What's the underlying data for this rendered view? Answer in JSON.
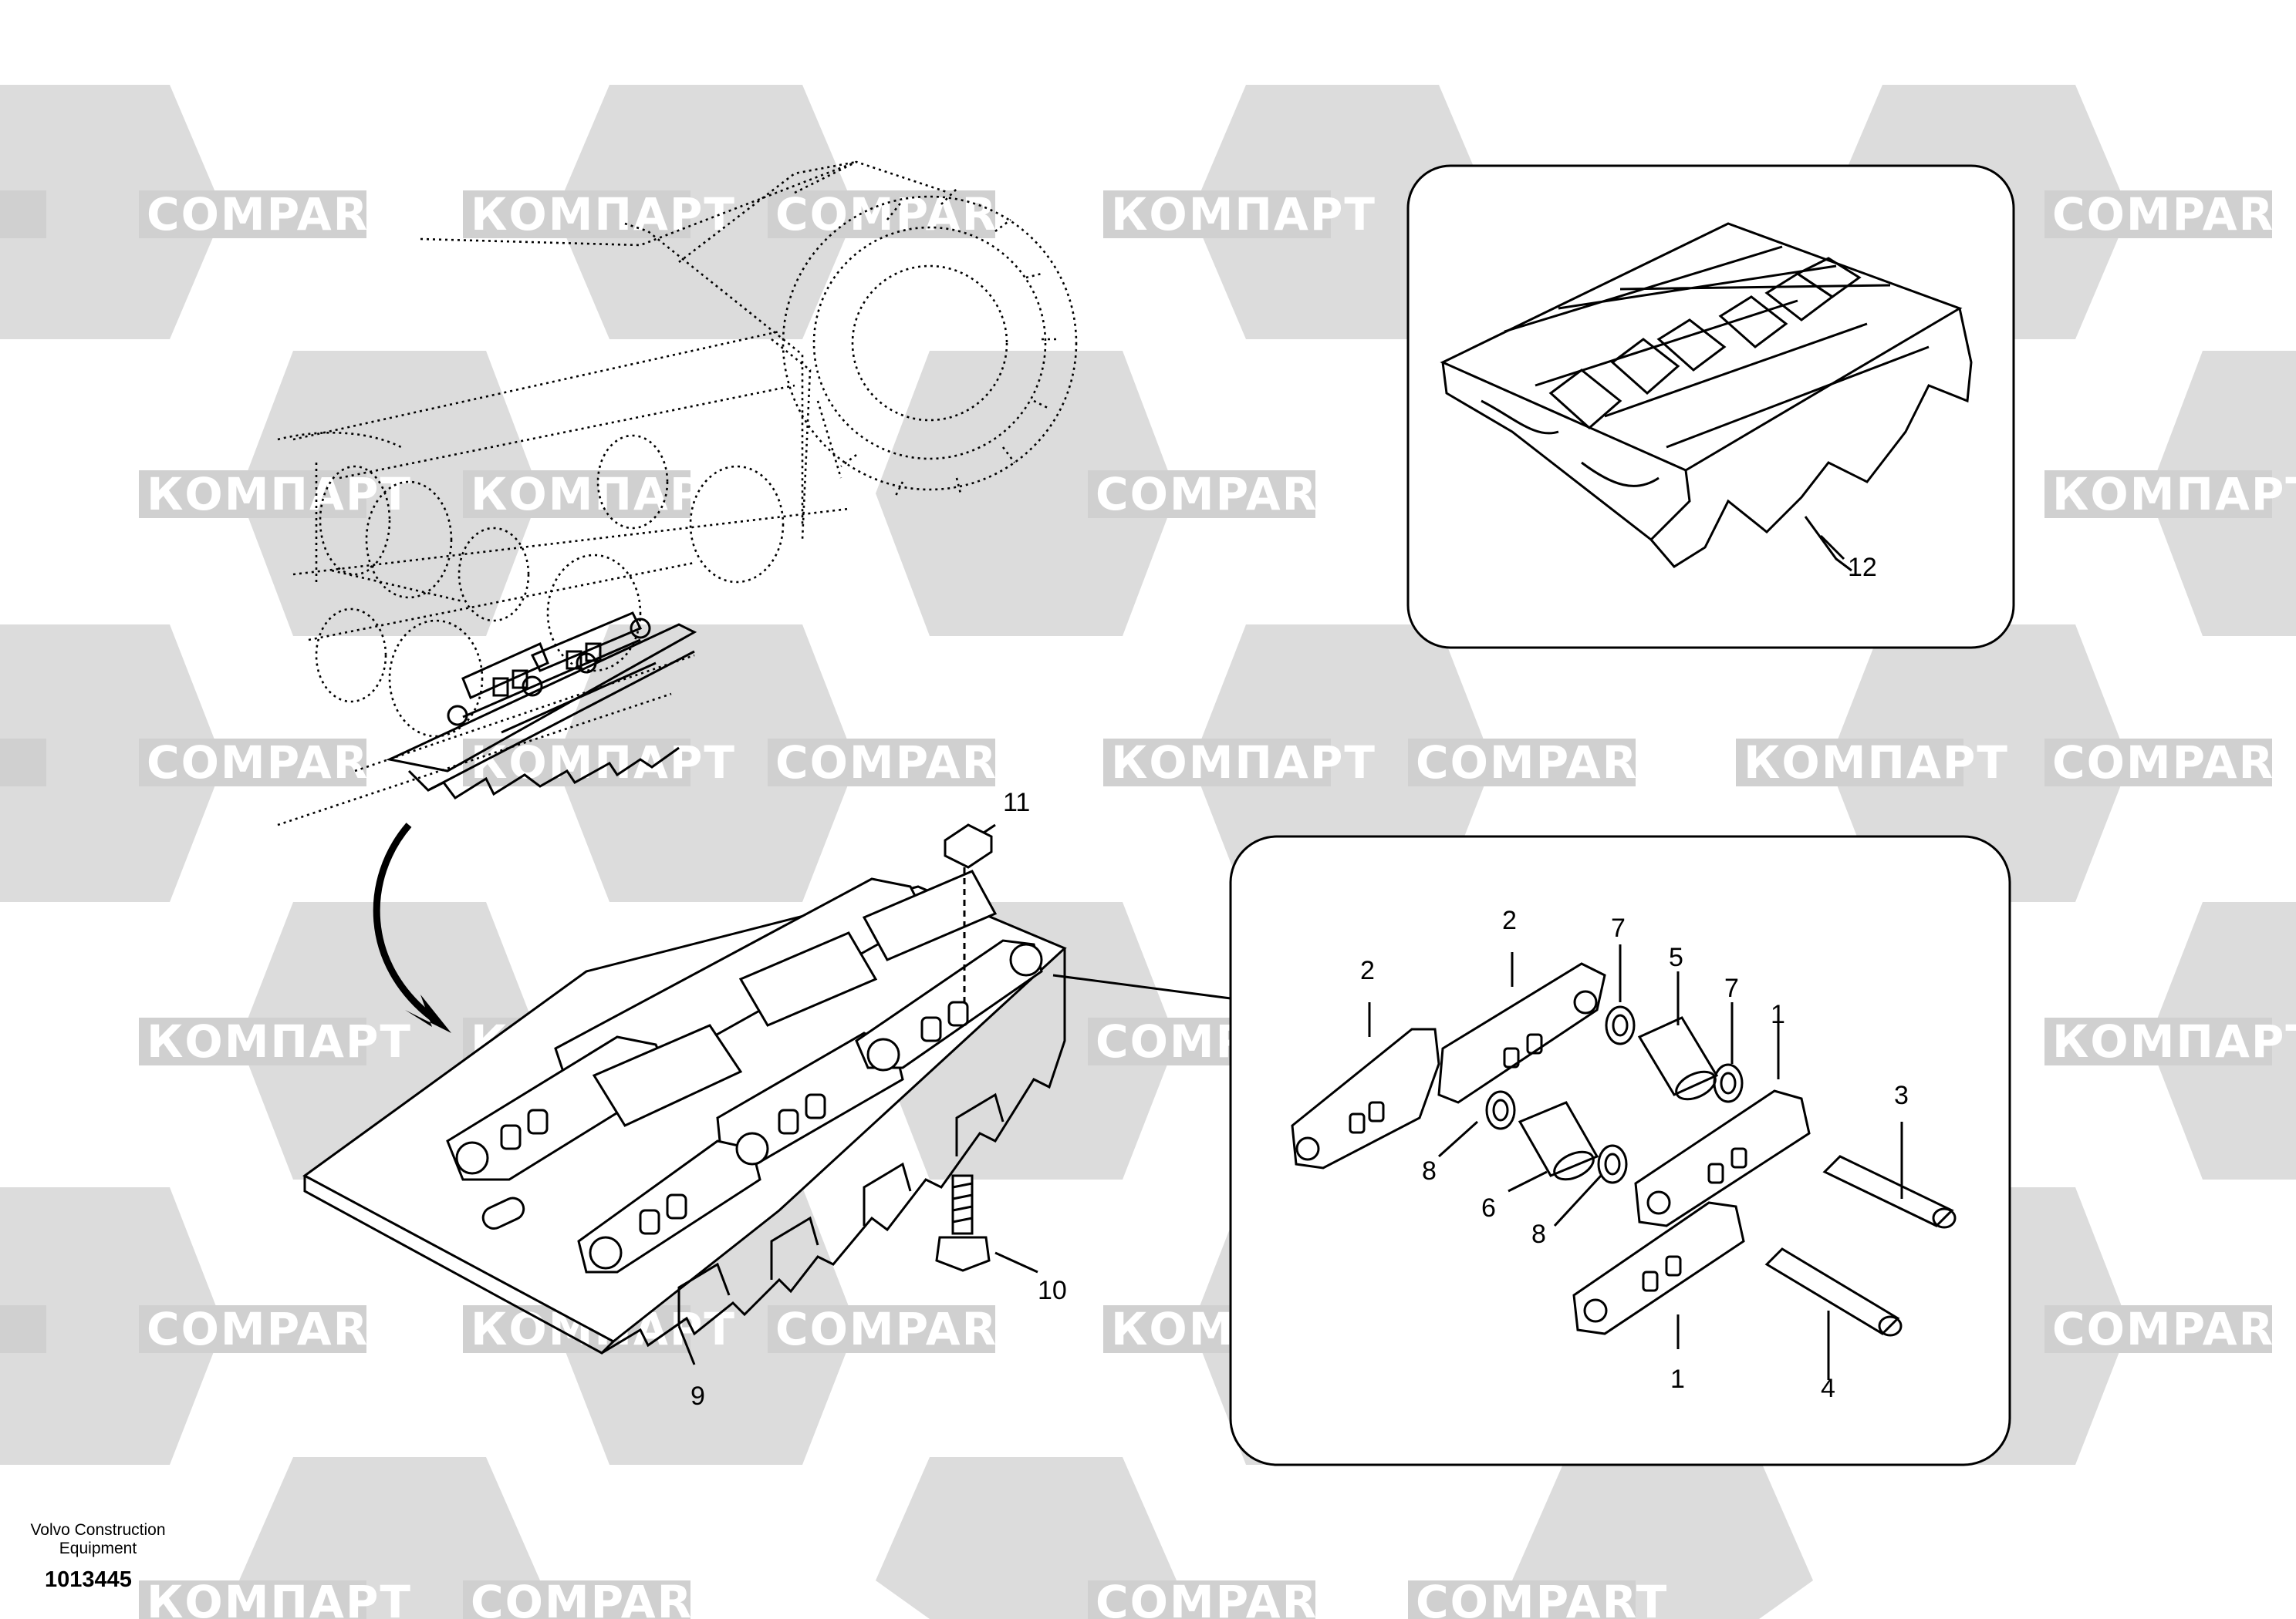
{
  "watermark": {
    "latin": "COMPART",
    "cyrillic": "КОМПАРТ",
    "hex_color": "#dcdcdc",
    "band_color": "#d0d0d0"
  },
  "callouts": {
    "c1a": "1",
    "c1b": "1",
    "c2a": "2",
    "c2b": "2",
    "c3": "3",
    "c4": "4",
    "c5": "5",
    "c6": "6",
    "c7a": "7",
    "c7b": "7",
    "c8a": "8",
    "c8b": "8",
    "c9": "9",
    "c10": "10",
    "c11": "11",
    "c12": "12"
  },
  "footer": {
    "credit_line1": "Volvo Construction",
    "credit_line2": "Equipment",
    "doc_number": "1013445"
  }
}
